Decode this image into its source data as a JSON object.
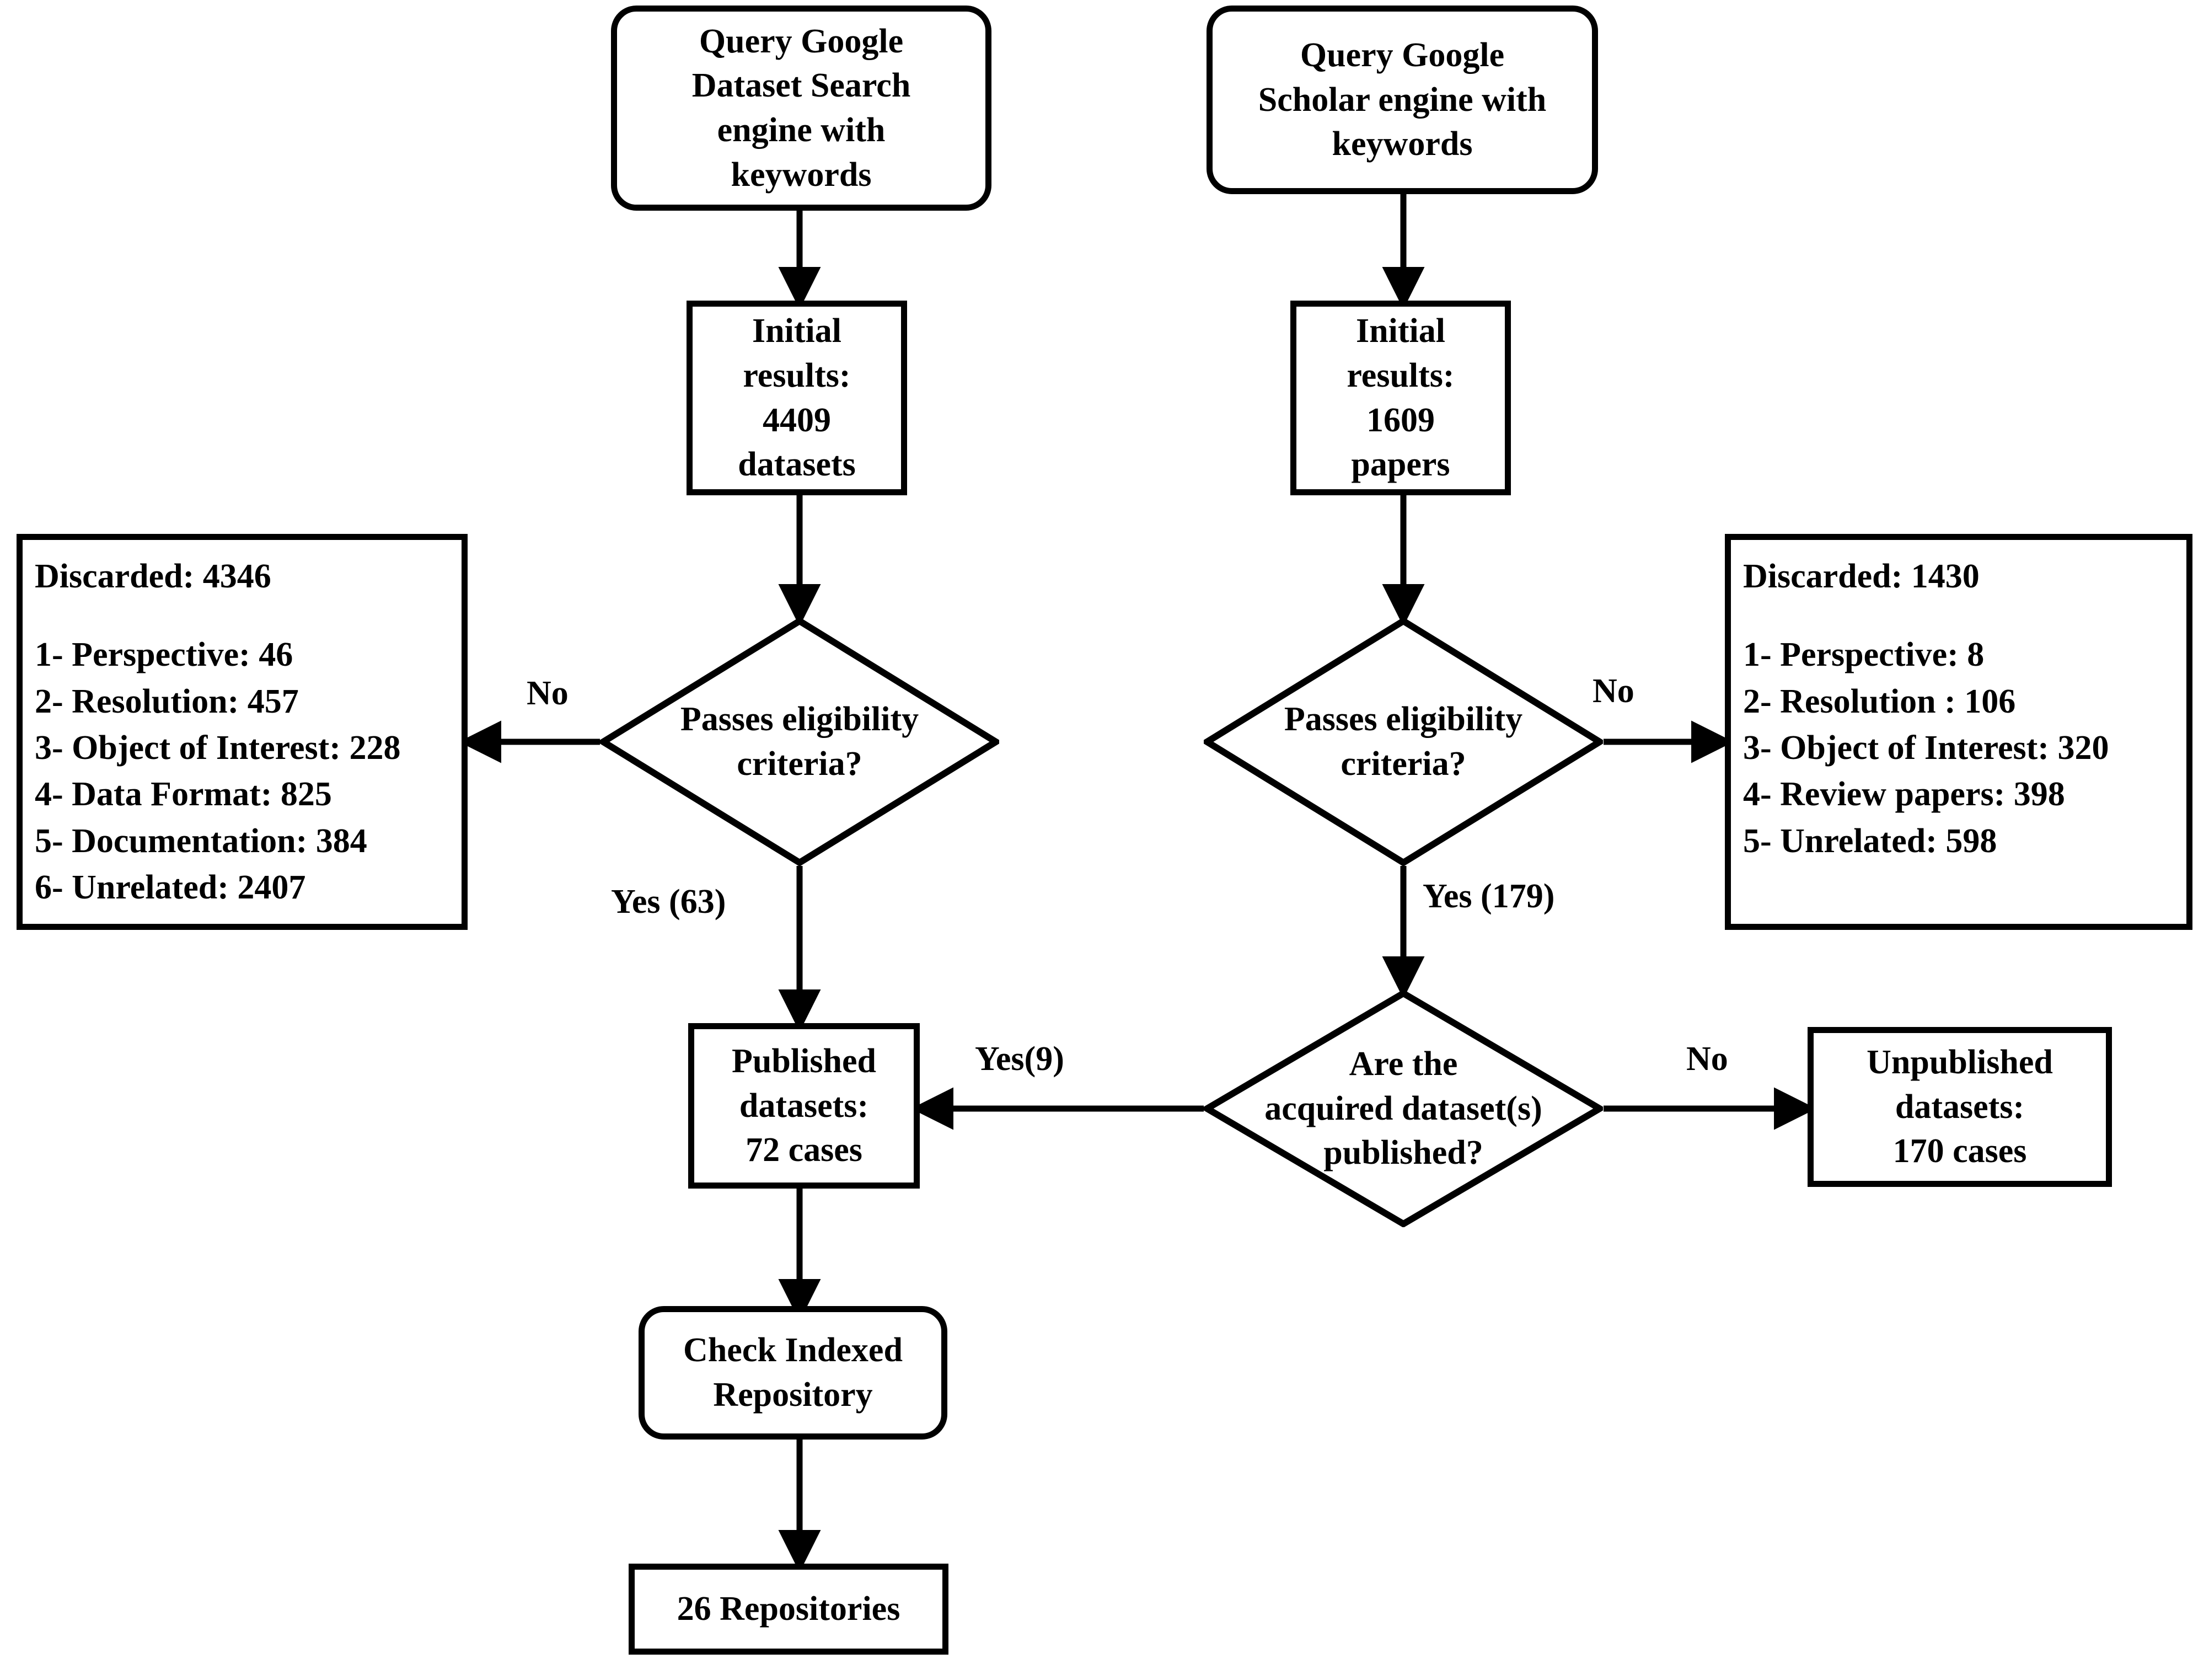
{
  "diagram": {
    "type": "flowchart",
    "title": "Dataset and paper screening flowchart"
  },
  "nodes": {
    "query_dataset_search": "Query Google\nDataset Search\nengine with\nkeywords",
    "query_scholar": "Query Google\nScholar engine with\nkeywords",
    "initial_datasets": "Initial\nresults:\n4409\ndatasets",
    "initial_papers": "Initial\nresults:\n1609\npapers",
    "eligibility_left": "Passes eligibility\ncriteria?",
    "eligibility_right": "Passes eligibility\ncriteria?",
    "published_question": "Are the\nacquired dataset(s)\npublished?",
    "published_datasets": "Published\ndatasets:\n72 cases",
    "unpublished_datasets": "Unpublished\ndatasets:\n170 cases",
    "check_indexed_repository": "Check Indexed\nRepository",
    "repositories": "26 Repositories"
  },
  "discarded_left": {
    "headline": "Discarded: 4346",
    "items": [
      "1- Perspective: 46",
      "2- Resolution: 457",
      "3- Object of Interest: 228",
      "4- Data Format: 825",
      "5- Documentation: 384",
      "6- Unrelated: 2407"
    ]
  },
  "discarded_right": {
    "headline": "Discarded: 1430",
    "items": [
      "1- Perspective: 8",
      "2- Resolution : 106",
      "3- Object of Interest: 320",
      "4- Review papers: 398",
      "5- Unrelated: 598"
    ]
  },
  "edge_labels": {
    "left_no": "No",
    "left_yes": "Yes (63)",
    "right_no": "No",
    "right_yes": "Yes (179)",
    "pub_yes": "Yes(9)",
    "pub_no": "No"
  },
  "colors": {
    "stroke": "#000000",
    "fill": "#ffffff",
    "text": "#000000"
  }
}
